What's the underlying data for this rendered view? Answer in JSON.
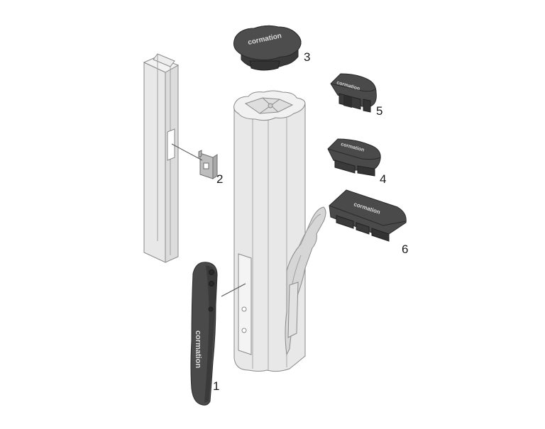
{
  "callouts": {
    "handle": "1",
    "bracket": "2",
    "top_cap": "3",
    "end_cap_small": "4",
    "end_cap_medium": "5",
    "end_cap_large": "6"
  },
  "brand_text": "cormation",
  "colors": {
    "post_fill": "#e6e6e6",
    "post_stroke": "#8a8a8a",
    "part_dark": "#4a4a4a",
    "part_darker": "#2e2e2e",
    "leader_line": "#555555"
  }
}
